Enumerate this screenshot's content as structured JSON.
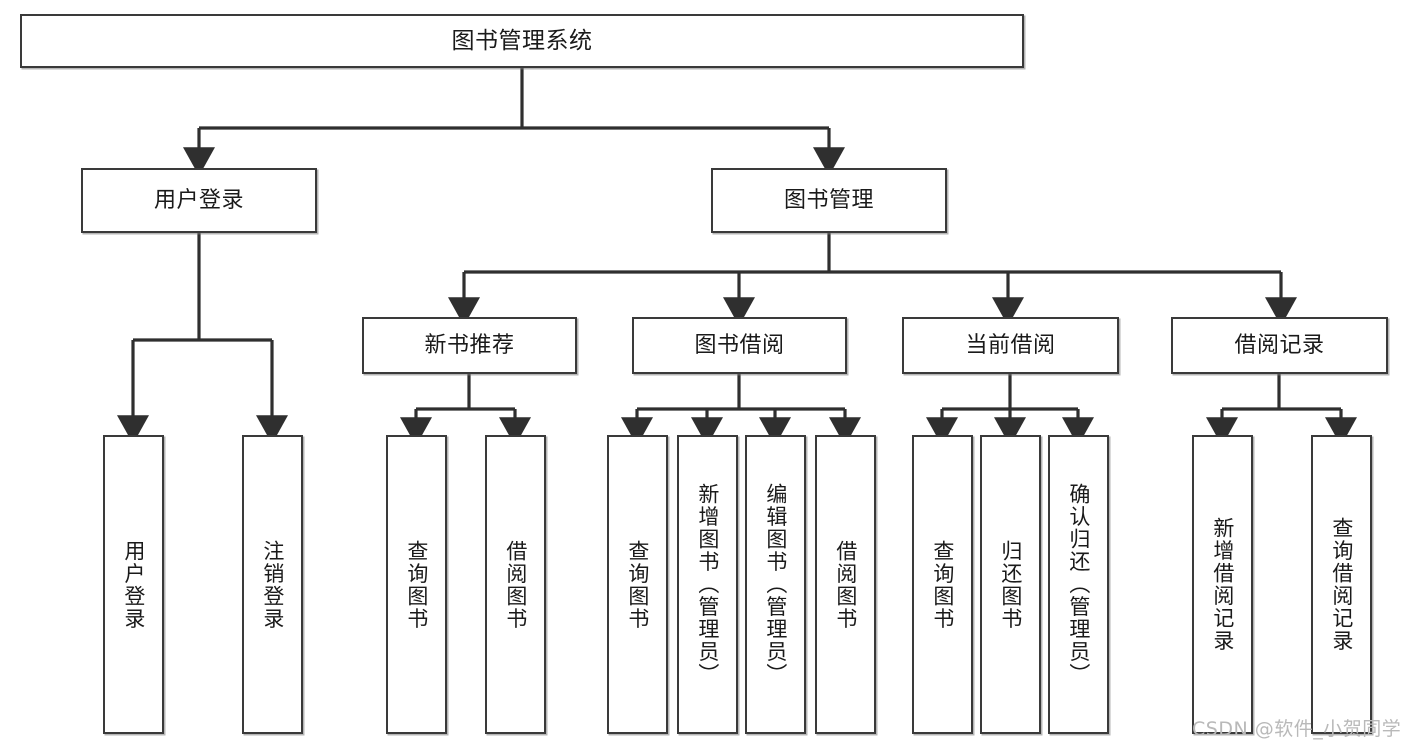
{
  "diagram": {
    "title": "图书管理系统",
    "type": "tree-hierarchy-chart",
    "colors": {
      "box_border": "#3a3a3a",
      "box_fill": "#ffffff",
      "line": "#2f2f2f",
      "text": "#1a1a1a",
      "watermark": "#b9b9b9"
    },
    "root": {
      "label": "图书管理系统"
    },
    "level2": [
      {
        "label": "用户登录"
      },
      {
        "label": "图书管理"
      }
    ],
    "level3": [
      {
        "label": "新书推荐"
      },
      {
        "label": "图书借阅"
      },
      {
        "label": "当前借阅"
      },
      {
        "label": "借阅记录"
      }
    ],
    "leaves": {
      "user_login": [
        {
          "label": "用户登录"
        },
        {
          "label": "注销登录"
        }
      ],
      "new_book": [
        {
          "label": "查询图书"
        },
        {
          "label": "借阅图书"
        }
      ],
      "book_borrow": [
        {
          "label": "查询图书"
        },
        {
          "label": "新增图书（管理员）"
        },
        {
          "label": "编辑图书（管理员）"
        },
        {
          "label": "借阅图书"
        }
      ],
      "current_borrow": [
        {
          "label": "查询图书"
        },
        {
          "label": "归还图书"
        },
        {
          "label": "确认归还（管理员）"
        }
      ],
      "borrow_record": [
        {
          "label": "新增借阅记录"
        },
        {
          "label": "查询借阅记录"
        }
      ]
    }
  },
  "watermark": {
    "text": "CSDN @软件_小贺同学"
  }
}
